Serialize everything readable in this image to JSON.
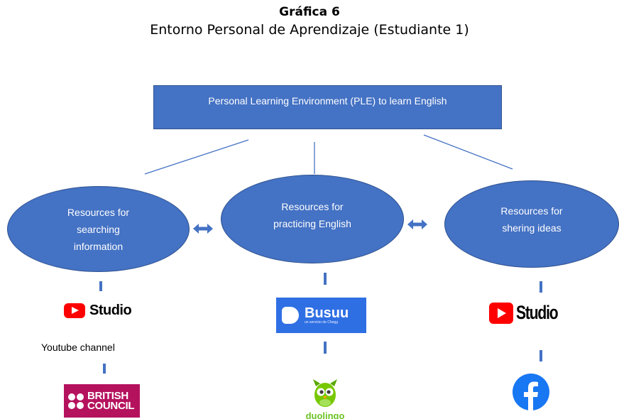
{
  "figure": {
    "label": "Gráfica 6",
    "title": "Entorno Personal de Aprendizaje (Estudiante 1)"
  },
  "root": {
    "text": "Personal Learning Environment (PLE) to learn English"
  },
  "branches": [
    {
      "lines": [
        "Resources for",
        "searching",
        "information"
      ]
    },
    {
      "lines": [
        "Resources for",
        "practicing English"
      ]
    },
    {
      "lines": [
        "Resources for",
        "shering ideas"
      ]
    }
  ],
  "tools": {
    "left": {
      "studio": {
        "icon": "youtube-play-icon",
        "text": "Studio"
      },
      "caption": "Youtube channel",
      "british_council": {
        "icon": "british-council-dots-icon",
        "lines": [
          "BRITISH",
          "COUNCIL"
        ]
      }
    },
    "center": {
      "busuu": {
        "icon": "busuu-logo-icon",
        "name": "Busuu",
        "tagline": "un servicio de Chegg"
      },
      "duolingo": {
        "icon": "duolingo-owl-icon",
        "name": "duolingo"
      }
    },
    "right": {
      "studio": {
        "icon": "youtube-play-icon",
        "text": "Studio"
      },
      "facebook": {
        "icon": "facebook-icon"
      }
    }
  },
  "colors": {
    "node_fill": "#4472c4",
    "node_border": "#2f528f",
    "youtube_red": "#ff0000",
    "british_council": "#b5125e",
    "busuu_blue": "#2f6fe4",
    "duolingo_green": "#6cc324",
    "facebook_blue": "#1877f2"
  }
}
